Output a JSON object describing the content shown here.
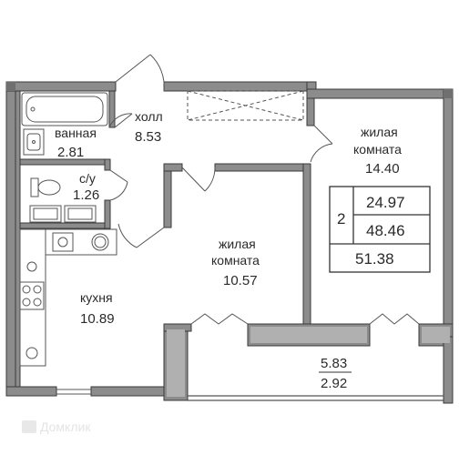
{
  "rooms": {
    "bathroom": {
      "name": "ванная",
      "area": "2.81"
    },
    "hall": {
      "name": "холл",
      "area": "8.53"
    },
    "toilet": {
      "name": "с/у",
      "area": "1.26"
    },
    "bedroom_right": {
      "name_line1": "жилая",
      "name_line2": "комната",
      "area": "14.40"
    },
    "bedroom_center": {
      "name_line1": "жилая",
      "name_line2": "комната",
      "area": "10.57"
    },
    "kitchen": {
      "name": "кухня",
      "area": "10.89"
    },
    "balcony": {
      "area_full": "5.83",
      "area_reduced": "2.92"
    }
  },
  "summary": {
    "rooms_count": "2",
    "living_area": "24.97",
    "usable_area": "48.46",
    "total_area": "51.38"
  },
  "watermark": {
    "text": "Домклик"
  },
  "colors": {
    "wall": "#8c8c8c",
    "wall_edge": "#3a3a3a",
    "line": "#555555"
  }
}
